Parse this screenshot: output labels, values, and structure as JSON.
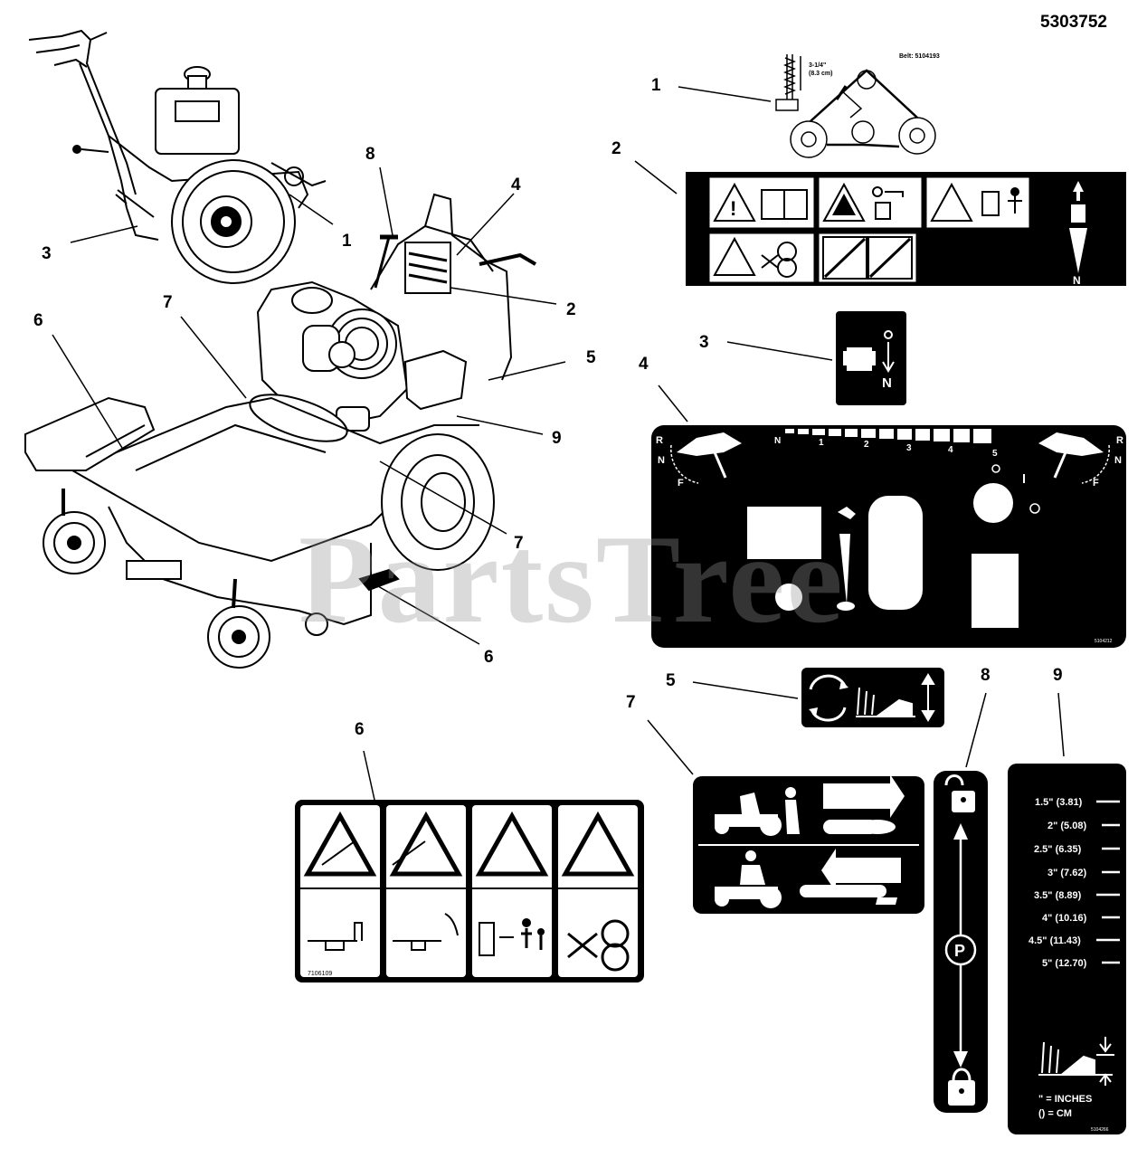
{
  "page_number": "5303752",
  "watermark": "PartsTree",
  "callouts": {
    "c1_main": "1",
    "c2_main": "2",
    "c3_main": "3",
    "c4_main": "4",
    "c5_main": "5",
    "c6_main_a": "6",
    "c6_main_b": "6",
    "c7_main_a": "7",
    "c7_main_b": "7",
    "c8_main": "8",
    "c9_main": "9",
    "d1": "1",
    "d2": "2",
    "d3": "3",
    "d4": "4",
    "d5": "5",
    "d6": "6",
    "d7": "7",
    "d8": "8",
    "d9": "9"
  },
  "decal1": {
    "belt": "Belt: 5104193",
    "dim1": "3-1/4\"",
    "dim2": "(8.3 cm)"
  },
  "decal2": {
    "neutral": "N"
  },
  "decal3": {
    "neutral": "N"
  },
  "decal4": {
    "left_r": "R",
    "left_n": "N",
    "left_f": "F",
    "right_r": "R",
    "right_n": "N",
    "right_f": "F",
    "speeds": [
      "N",
      "1",
      "2",
      "3",
      "4",
      "5"
    ],
    "part": "5104212"
  },
  "decal6": {
    "part": "7106109"
  },
  "decal9": {
    "heights": [
      "1.5\" (3.81)",
      "2\" (5.08)",
      "2.5\" (6.35)",
      "3\" (7.62)",
      "3.5\" (8.89)",
      "4\" (10.16)",
      "4.5\" (11.43)",
      "5\" (12.70)"
    ],
    "legend_inches": "\" = INCHES",
    "legend_cm": "() = CM",
    "part": "5104266"
  }
}
